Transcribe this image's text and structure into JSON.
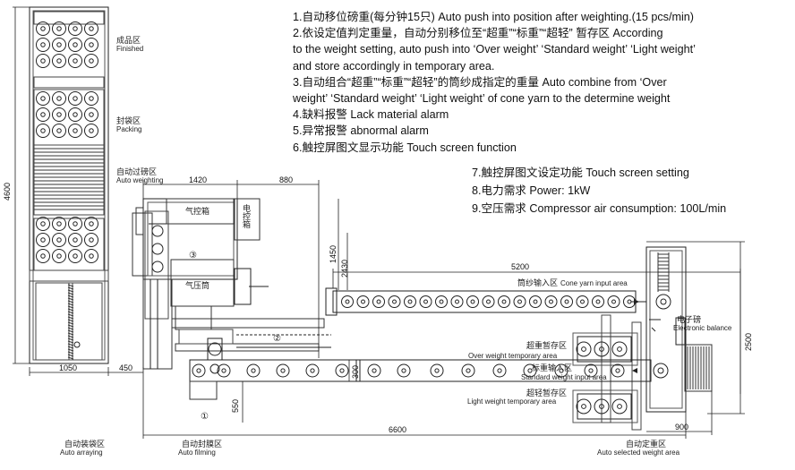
{
  "features_top": [
    "1.自动移位磅重(每分钟15只) Auto push into position after weighting.(15 pcs/min)",
    "2.依设定值判定重量，自动分别移位至“超重”“标重”“超轻” 暂存区 According",
    "to the weight setting, auto push into ‘Over weight’ ‘Standard weight’ ‘Light weight’",
    "and store accordingly in temporary area.",
    "3.自动组合“超重”“标重”“超轻”的筒纱成指定的重量 Auto combine from ‘Over",
    "weight’ ‘Standard weight’ ‘Light weight’ of cone yarn to the determine weight",
    "4.缺料报警 Lack material alarm",
    "5.异常报警 abnormal alarm",
    "6.触控屏图文显示功能 Touch screen function"
  ],
  "features_right": [
    "7.触控屏图文设定功能 Touch screen setting",
    "8.电力需求 Power:  1kW",
    "9.空压需求 Compressor air consumption: 100L/min"
  ],
  "zones": {
    "finished_cn": "成品区",
    "finished_en": "Finished",
    "packing_cn": "封袋区",
    "packing_en": "Packing",
    "weighing_cn": "自动过磅区",
    "weighing_en": "Auto weighting",
    "air_box": "气控箱",
    "elec_box": "电控箱",
    "air_cyl": "气压筒",
    "cone_input_cn": "筒纱输入区",
    "cone_input_en": "Cone yarn input area",
    "balance_cn": "电子磅",
    "balance_en": "Electronic balance",
    "over_cn": "超重暂存区",
    "over_en": "Over weight temporary area",
    "std_cn": "标重输入区",
    "std_en": "Standard weight input area",
    "light_cn": "超轻暂存区",
    "light_en": "Light weight temporary area",
    "arraying_cn": "自动装袋区",
    "arraying_en": "Auto arraying",
    "filming_cn": "自动封膜区",
    "filming_en": "Auto filming",
    "selected_cn": "自动定重区",
    "selected_en": "Auto selected weight area"
  },
  "dims": {
    "h4600": "4600",
    "w1420": "1420",
    "w880": "880",
    "h1450": "1450",
    "h2430": "2430",
    "w5200": "5200",
    "h2500": "2500",
    "w1050": "1050",
    "w450": "450",
    "h550": "550",
    "h300": "300",
    "w6600": "6600",
    "w900": "900"
  },
  "markers": {
    "m1": "①",
    "m2": "②",
    "m3": "③"
  }
}
